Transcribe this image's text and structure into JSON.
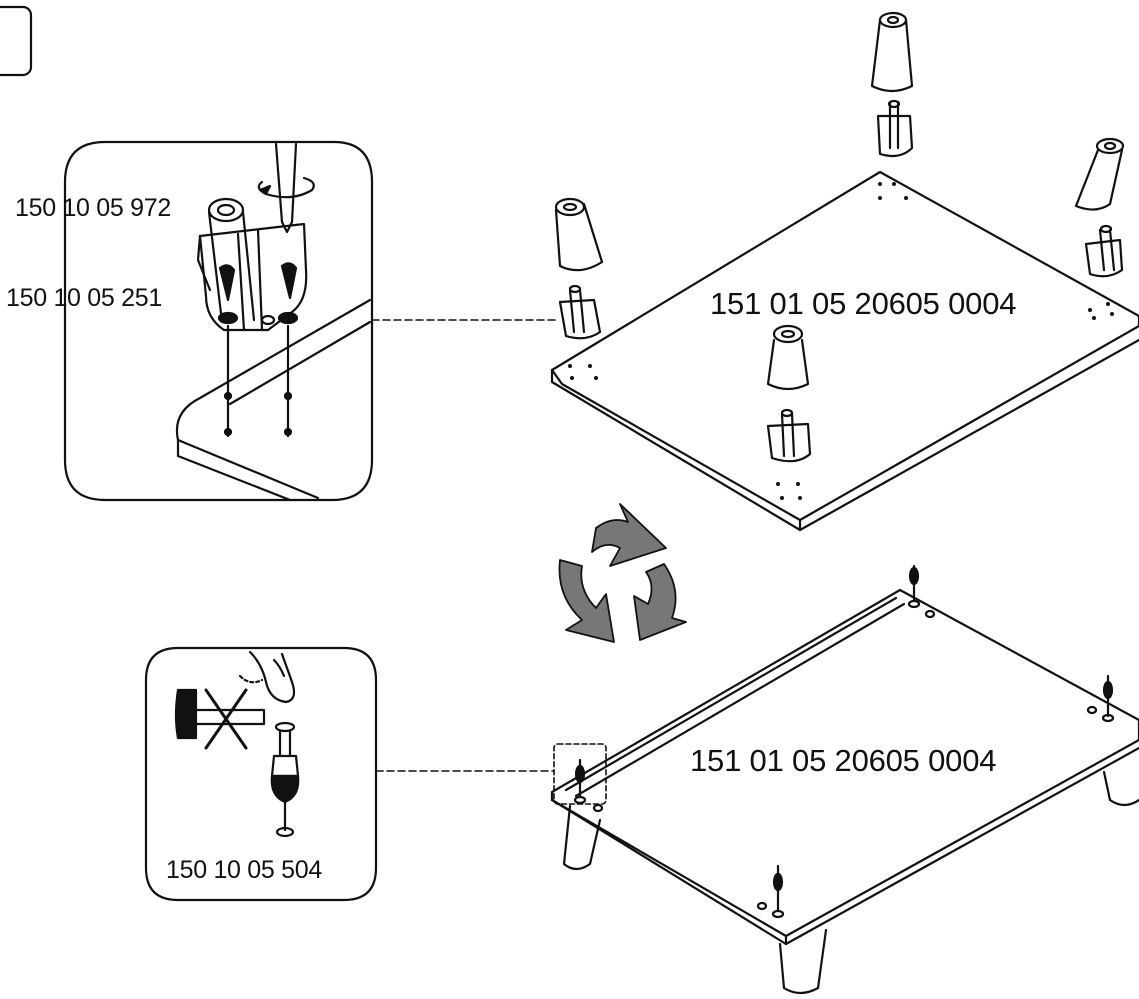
{
  "diagram": {
    "step_number": "",
    "callout_top": {
      "part_pin": "150 10 05 972",
      "part_screw": "150 10 05 251"
    },
    "callout_bottom": {
      "part_cam": "150 10 05 504"
    },
    "panel_top": {
      "part_number": "151 01 05 20605 0004"
    },
    "panel_bottom": {
      "part_number": "151 01 05 20605 0004"
    },
    "icons": [
      "hammer-icon",
      "prohibited-x-icon",
      "finger-press-icon",
      "screwdriver-icon",
      "rotate-arrows-icon"
    ],
    "colors": {
      "line": "#111111",
      "arrow_fill": "#777777",
      "background": "#ffffff"
    }
  }
}
